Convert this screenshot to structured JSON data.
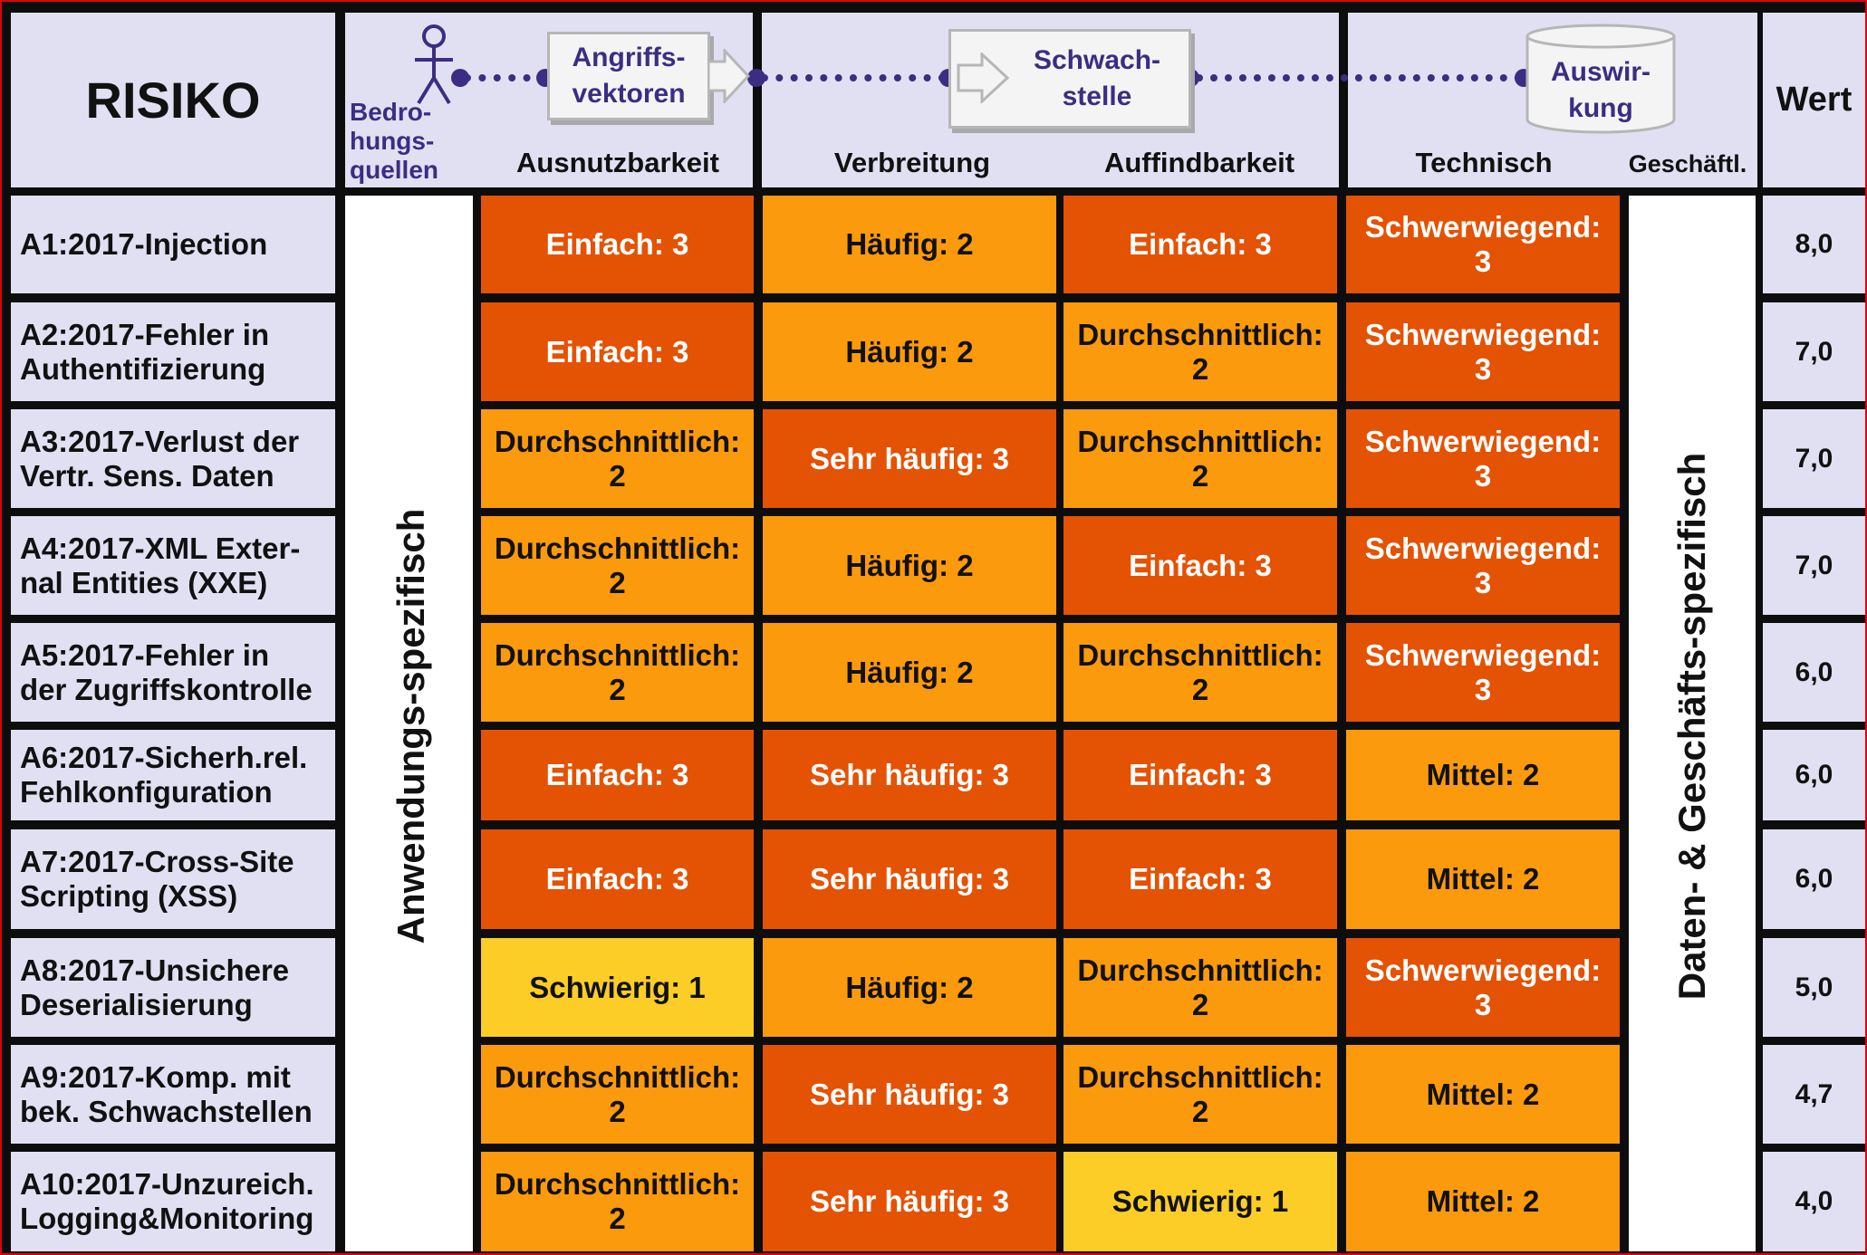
{
  "header": {
    "risiko": "RISIKO",
    "bedrohungsquellen": "Bedro-\nhungs-\nquellen",
    "angriffsvektoren": "Angriffs-\nvektoren",
    "schwachstelle": "Schwach-\nstelle",
    "auswirkung": "Auswir-\nkung",
    "wert": "Wert",
    "col_ausnutzbarkeit": "Ausnutzbarkeit",
    "col_verbreitung": "Verbreitung",
    "col_auffindbarkeit": "Auffindbarkeit",
    "col_technisch": "Technisch",
    "col_geschaeftl": "Geschäftl."
  },
  "side_labels": {
    "anwendung": "Anwendungs-spezifisch",
    "geschaeft": "Daten- & Geschäfts-spezifisch"
  },
  "colors": {
    "high": "#e45204",
    "medium": "#fb9a0c",
    "low": "#fccd26",
    "header_bg": "#e1e0f3",
    "icon": "#3c2d82"
  },
  "rows": [
    {
      "risk": "A1:2017-Injection",
      "ausnutzbarkeit": "Einfach: 3",
      "verbreitung": "Häufig: 2",
      "auffindbarkeit": "Einfach: 3",
      "technisch": "Schwerwiegend:\n3",
      "wert": "8,0"
    },
    {
      "risk": "A2:2017-Fehler in\nAuthentifizierung",
      "ausnutzbarkeit": "Einfach: 3",
      "verbreitung": "Häufig: 2",
      "auffindbarkeit": "Durchschnittlich:\n2",
      "technisch": "Schwerwiegend:\n3",
      "wert": "7,0"
    },
    {
      "risk": "A3:2017-Verlust der\nVertr. Sens. Daten",
      "ausnutzbarkeit": "Durchschnittlich:\n2",
      "verbreitung": "Sehr häufig: 3",
      "auffindbarkeit": "Durchschnittlich:\n2",
      "technisch": "Schwerwiegend:\n3",
      "wert": "7,0"
    },
    {
      "risk": "A4:2017-XML Exter-\nnal Entities (XXE)",
      "ausnutzbarkeit": "Durchschnittlich:\n2",
      "verbreitung": "Häufig: 2",
      "auffindbarkeit": "Einfach: 3",
      "technisch": "Schwerwiegend:\n3",
      "wert": "7,0"
    },
    {
      "risk": "A5:2017-Fehler in\nder Zugriffskontrolle",
      "ausnutzbarkeit": "Durchschnittlich:\n2",
      "verbreitung": "Häufig: 2",
      "auffindbarkeit": "Durchschnittlich:\n2",
      "technisch": "Schwerwiegend:\n3",
      "wert": "6,0"
    },
    {
      "risk": "A6:2017-Sicherh.rel.\nFehlkonfiguration",
      "ausnutzbarkeit": "Einfach: 3",
      "verbreitung": "Sehr häufig: 3",
      "auffindbarkeit": "Einfach: 3",
      "technisch": "Mittel: 2",
      "wert": "6,0"
    },
    {
      "risk": "A7:2017-Cross-Site\nScripting (XSS)",
      "ausnutzbarkeit": "Einfach: 3",
      "verbreitung": "Sehr häufig: 3",
      "auffindbarkeit": "Einfach: 3",
      "technisch": "Mittel: 2",
      "wert": "6,0"
    },
    {
      "risk": "A8:2017-Unsichere\nDeserialisierung",
      "ausnutzbarkeit": "Schwierig: 1",
      "verbreitung": "Häufig: 2",
      "auffindbarkeit": "Durchschnittlich:\n2",
      "technisch": "Schwerwiegend:\n3",
      "wert": "5,0"
    },
    {
      "risk": "A9:2017-Komp. mit\nbek. Schwachstellen",
      "ausnutzbarkeit": "Durchschnittlich:\n2",
      "verbreitung": "Sehr häufig: 3",
      "auffindbarkeit": "Durchschnittlich:\n2",
      "technisch": "Mittel: 2",
      "wert": "4,7"
    },
    {
      "risk": "A10:2017-Unzureich.\nLogging&Monitoring",
      "ausnutzbarkeit": "Durchschnittlich:\n2",
      "verbreitung": "Sehr häufig: 3",
      "auffindbarkeit": "Schwierig: 1",
      "technisch": "Mittel: 2",
      "wert": "4,0"
    }
  ]
}
